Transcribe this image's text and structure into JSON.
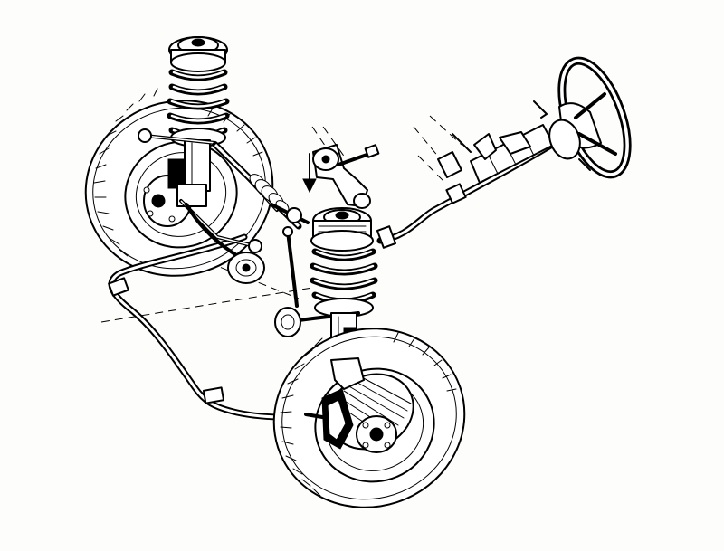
{
  "figure": {
    "paper_color": "#fdfdfc",
    "ink_color": "#000000",
    "components": [
      "rear-wheel",
      "front-wheel",
      "upper-coil-spring",
      "lower-coil-spring",
      "steering-rack",
      "steering-column",
      "steering-wheel",
      "anti-roll-bar",
      "disc-brake",
      "wishbone",
      "direction-arrow"
    ]
  }
}
